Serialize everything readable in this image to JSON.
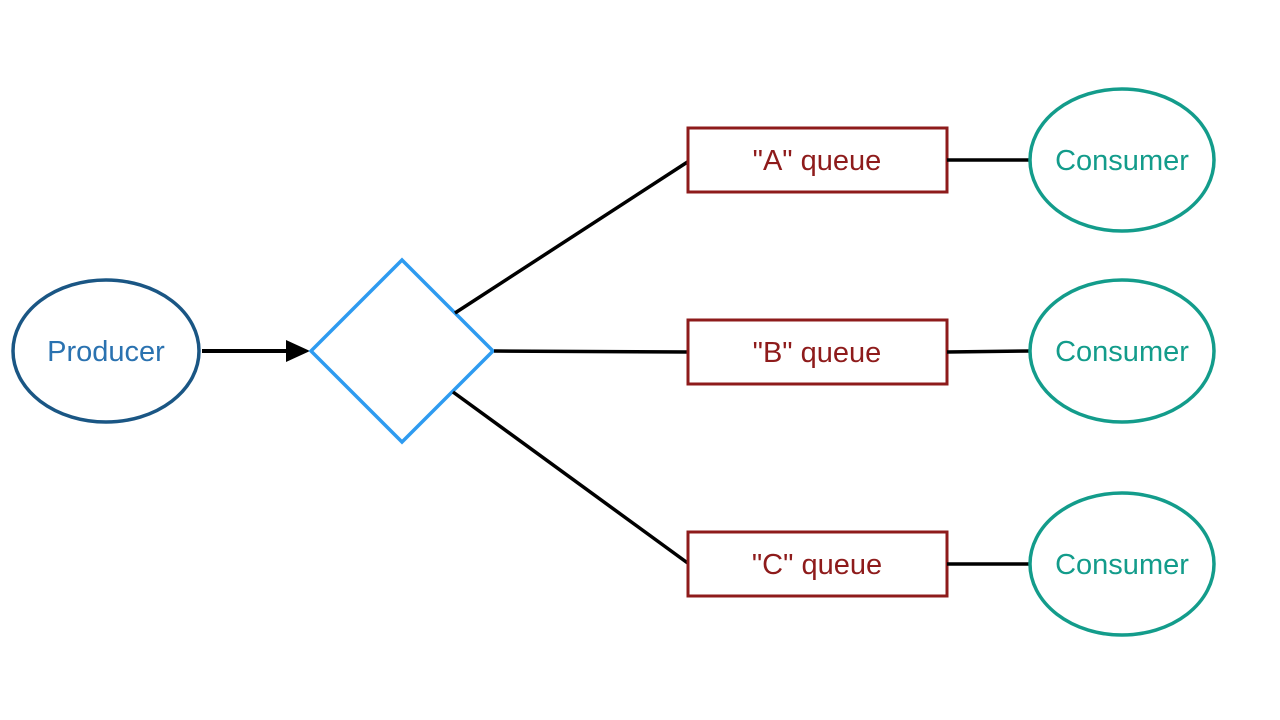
{
  "diagram": {
    "title": "message routing diagram",
    "producer": {
      "label": "Producer"
    },
    "exchange": {
      "shape": "diamond"
    },
    "queues": [
      {
        "label": "\"A\" queue"
      },
      {
        "label": "\"B\" queue"
      },
      {
        "label": "\"C\" queue"
      }
    ],
    "consumers": [
      {
        "label": "Consumer"
      },
      {
        "label": "Consumer"
      },
      {
        "label": "Consumer"
      }
    ]
  },
  "colors": {
    "background": "#ffffff",
    "producer_stroke": "#1a5684",
    "producer_text": "#2a72b0",
    "exchange_stroke": "#2e9bf0",
    "queue": "#8e1b1b",
    "consumer": "#139c8b",
    "connector": "#000000"
  }
}
